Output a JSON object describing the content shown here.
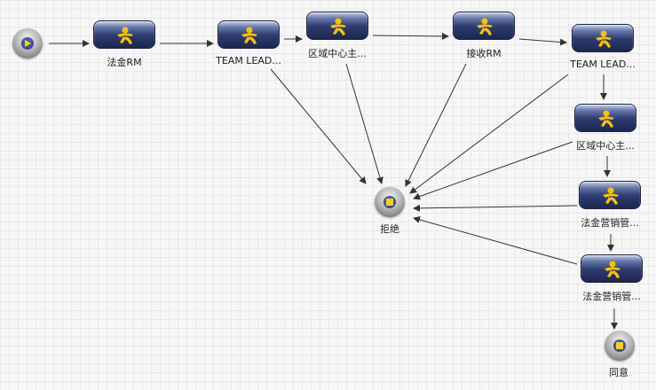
{
  "nodes": {
    "start": {
      "name": ""
    },
    "task1": {
      "label": "法金RM"
    },
    "task2": {
      "label": "TEAM LEAD..."
    },
    "task3": {
      "label": "区域中心主..."
    },
    "task4": {
      "label": "接收RM"
    },
    "task5": {
      "label": "TEAM LEAD..."
    },
    "task6": {
      "label": "区域中心主..."
    },
    "task7": {
      "label": "法金营销管..."
    },
    "task8": {
      "label": "法金营销管..."
    },
    "reject": {
      "label": "拒绝"
    },
    "approve": {
      "label": "同意"
    }
  },
  "icons": {
    "task": "runner-icon",
    "start": "play-icon",
    "end": "stop-square-icon"
  },
  "colors": {
    "task_top": "#c8d0ea",
    "task_bottom": "#1c2650",
    "runner": "#f5c400",
    "edge": "#333333",
    "end_square": "#f2d024"
  }
}
